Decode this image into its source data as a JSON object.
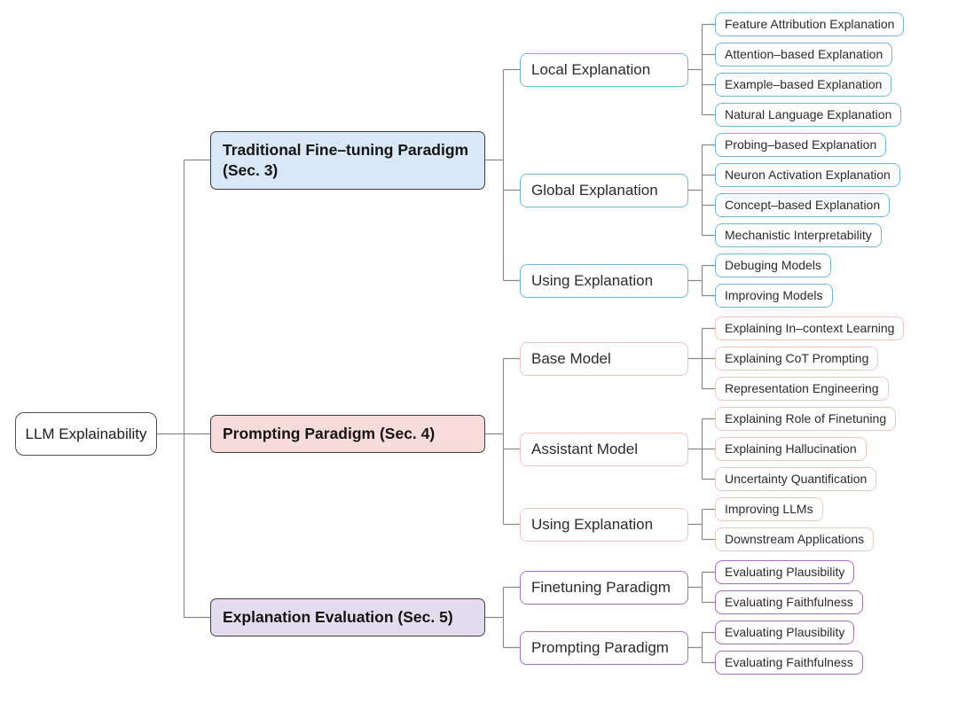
{
  "diagram": {
    "palette": {
      "background": "#ffffff",
      "connector": "#8a8a8a",
      "section_border": "#3f3f3f",
      "root_fill": "#ffffff",
      "root_border": "#4f4f4f",
      "node_fill": "#ffffff",
      "text": "#2b2b2b"
    },
    "root": {
      "label": "LLM Explainability"
    },
    "branches": [
      {
        "label": "Traditional Fine–tuning Paradigm (Sec. 3)",
        "theme": {
          "fill": "#d9e8f6",
          "accent": "#6db7de"
        },
        "children": [
          {
            "label": "Local Explanation",
            "children": [
              {
                "label": "Feature Attribution Explanation"
              },
              {
                "label": "Attention–based Explanation"
              },
              {
                "label": "Example–based Explanation"
              },
              {
                "label": "Natural Language Explanation"
              }
            ]
          },
          {
            "label": "Global Explanation",
            "children": [
              {
                "label": "Probing–based Explanation"
              },
              {
                "label": "Neuron Activation Explanation"
              },
              {
                "label": "Concept–based Explanation"
              },
              {
                "label": "Mechanistic Interpretability"
              }
            ]
          },
          {
            "label": "Using Explanation",
            "children": [
              {
                "label": "Debuging Models"
              },
              {
                "label": "Improving Models"
              }
            ]
          }
        ]
      },
      {
        "label": "Prompting Paradigm (Sec. 4)",
        "theme": {
          "fill": "#f8dcda",
          "accent": "#f0c5bf"
        },
        "children": [
          {
            "label": "Base Model",
            "children": [
              {
                "label": "Explaining In–context Learning"
              },
              {
                "label": "Explaining CoT Prompting"
              },
              {
                "label": "Representation Engineering"
              }
            ]
          },
          {
            "label": "Assistant Model",
            "children": [
              {
                "label": "Explaining Role of Finetuning"
              },
              {
                "label": "Explaining Hallucination"
              },
              {
                "label": "Uncertainty Quantification"
              }
            ]
          },
          {
            "label": "Using Explanation",
            "children": [
              {
                "label": "Improving LLMs"
              },
              {
                "label": "Downstream Applications"
              }
            ]
          }
        ]
      },
      {
        "label": "Explanation Evaluation (Sec. 5)",
        "theme": {
          "fill": "#e4dcee",
          "accent": "#a76fc2"
        },
        "children": [
          {
            "label": "Finetuning Paradigm",
            "children": [
              {
                "label": "Evaluating Plausibility"
              },
              {
                "label": "Evaluating Faithfulness"
              }
            ]
          },
          {
            "label": "Prompting Paradigm",
            "children": [
              {
                "label": "Evaluating Plausibility"
              },
              {
                "label": "Evaluating Faithfulness"
              }
            ]
          }
        ]
      }
    ]
  }
}
